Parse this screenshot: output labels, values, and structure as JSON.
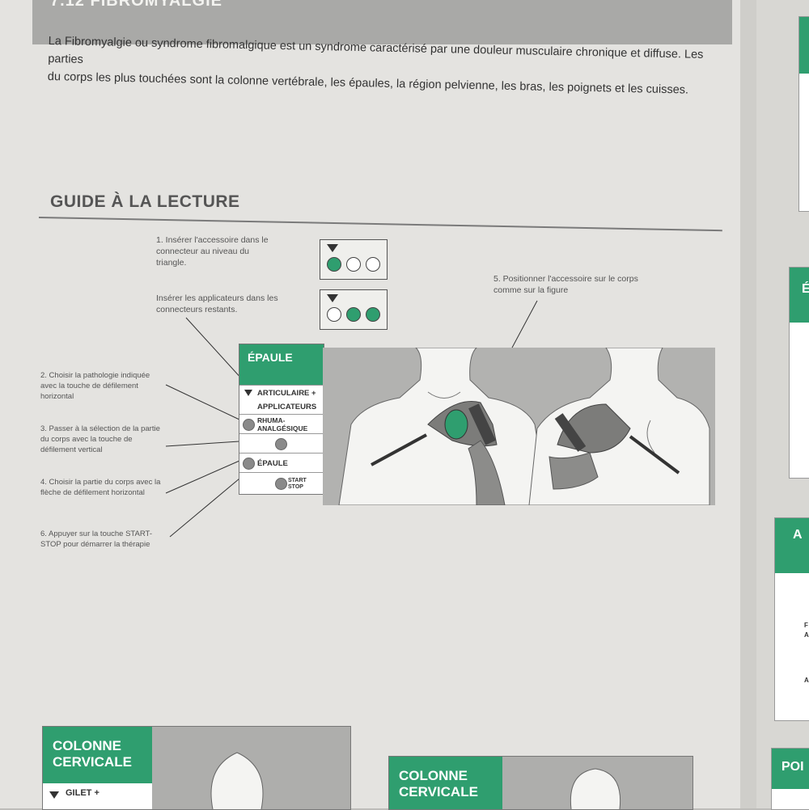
{
  "header": {
    "section_title": "7.12 FIBROMYALGIE"
  },
  "intro": {
    "line1": "La Fibromyalgie ou syndrome fibromalgique est un syndrome caractérisé par une douleur musculaire chronique et diffuse. Les parties",
    "line2": "du corps les plus touchées sont la colonne vertébrale, les épaules, la région pelvienne, les bras, les poignets et les cuisses."
  },
  "guide": {
    "title": "GUIDE À LA LECTURE",
    "step1": "1. Insérer l'accessoire dans le connecteur au niveau du triangle.",
    "step1b": "Insérer les applicateurs dans les connecteurs restants.",
    "step2": "2. Choisir la pathologie indiquée avec la touche de défilement horizontal",
    "step3": "3. Passer à la sélection de la partie du corps avec la touche de défilement vertical",
    "step4": "4. Choisir la partie du corps avec la flèche de défilement horizontal",
    "step5": "5. Positionner l'accessoire sur le corps comme sur la figure",
    "step6": "6. Appuyer sur la touche START-STOP pour démarrer la thérapie"
  },
  "panel": {
    "title": "ÉPAULE",
    "row1": "ARTICULAIRE +",
    "row2": "APPLICATEURS",
    "row3": "RHUMA-ANALGÉSIQUE",
    "row5": "ÉPAULE",
    "row6": "START STOP"
  },
  "bottom": {
    "card1_title": "COLONNE CERVICALE",
    "card1_row1": "GILET +",
    "card2_title": "COLONNE CERVICALE"
  },
  "side": {
    "card_letters": [
      "É",
      "A",
      "POI"
    ],
    "card_row_letters": [
      "F",
      "A",
      "A"
    ]
  },
  "colors": {
    "accent": "#2f9e6f",
    "paper": "#e4e3e0"
  },
  "icons": [
    "triangle-icon",
    "connector-dot-icon",
    "button-dot-icon"
  ]
}
